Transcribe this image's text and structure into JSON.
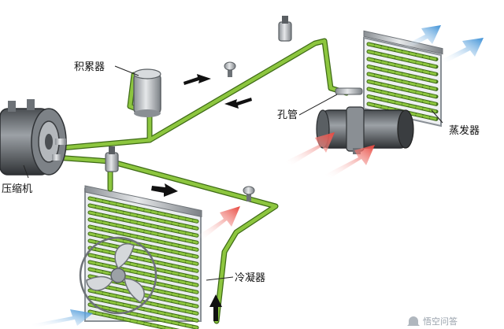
{
  "labels": {
    "accumulator": "积累器",
    "compressor": "压缩机",
    "orifice_tube": "孔管",
    "evaporator": "蒸发器",
    "condenser": "冷凝器"
  },
  "watermark": "悟空问答",
  "colors": {
    "pipe": "#8dc63f",
    "pipe_edge": "#3e6b16",
    "metal": "#b8bcc0",
    "metal_dark": "#6d7277",
    "hot_air": "#e8453c",
    "cold_air": "#3a8fd6",
    "flow_arrow": "#111111"
  },
  "icons": [
    "air-flow-arrow-icon",
    "flow-direction-arrow-icon",
    "fan-icon",
    "bell-icon"
  ]
}
